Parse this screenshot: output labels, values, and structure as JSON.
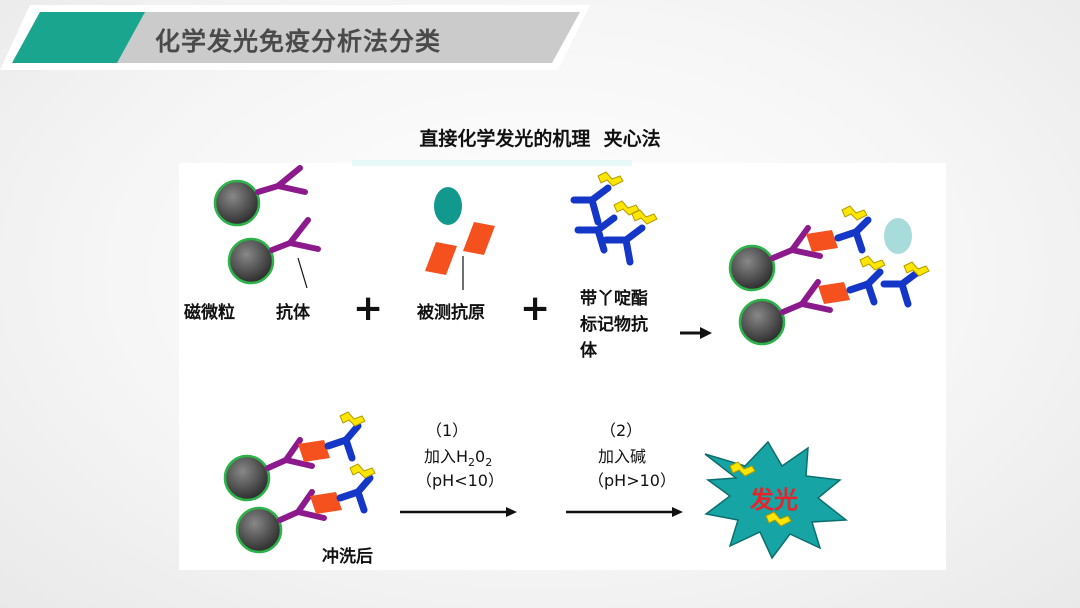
{
  "header": {
    "title": "化学发光免疫分析法分类",
    "accent_color": "#1aa58f"
  },
  "diagram": {
    "title": "直接化学发光的机理  夹心法",
    "labels": {
      "magnetic_particle": "磁微粒",
      "antibody": "抗体",
      "antigen": "被测抗原",
      "labeled_antibody_lines": [
        "带丫啶酯",
        "标记物抗",
        "体"
      ],
      "washed": "冲洗后",
      "step1_number": "（1）",
      "step1_action_prefix": "加入H",
      "step1_sub_a": "2",
      "step1_mid": "0",
      "step1_sub_b": "2",
      "step1_condition": "（pH<10）",
      "step2_number": "（2）",
      "step2_action": "加入碱",
      "step2_condition": "（pH>10）",
      "burst": "发光"
    },
    "symbols": {
      "plus": "+"
    },
    "colors": {
      "particle": "#4d4d4d",
      "particle_ring": "#2db34a",
      "antibody": "#8c1a8c",
      "antigen": "#f4511e",
      "labeled_antibody": "#1537c8",
      "acridinium_label": "#ffe600",
      "burst": "#17a4a4"
    }
  }
}
